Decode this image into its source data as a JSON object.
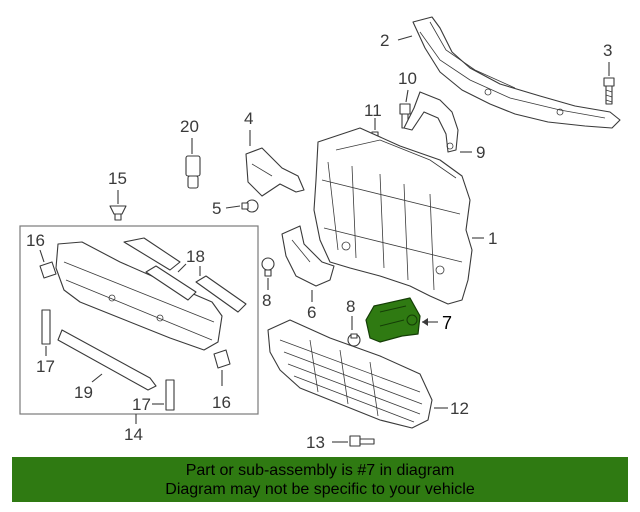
{
  "callouts": {
    "c1": "1",
    "c2": "2",
    "c3": "3",
    "c4": "4",
    "c5": "5",
    "c6": "6",
    "c7": "7",
    "c8a": "8",
    "c8b": "8",
    "c9": "9",
    "c10": "10",
    "c11": "11",
    "c12": "12",
    "c13": "13",
    "c14": "14",
    "c15": "15",
    "c16a": "16",
    "c16b": "16",
    "c17a": "17",
    "c17b": "17",
    "c18": "18",
    "c19": "19",
    "c20": "20"
  },
  "banner": {
    "line1": "Part or sub-assembly is #7 in diagram",
    "line2": "Diagram may not be specific to your vehicle"
  },
  "colors": {
    "highlight": "#2f7a12",
    "line": "#3a3a3a"
  }
}
